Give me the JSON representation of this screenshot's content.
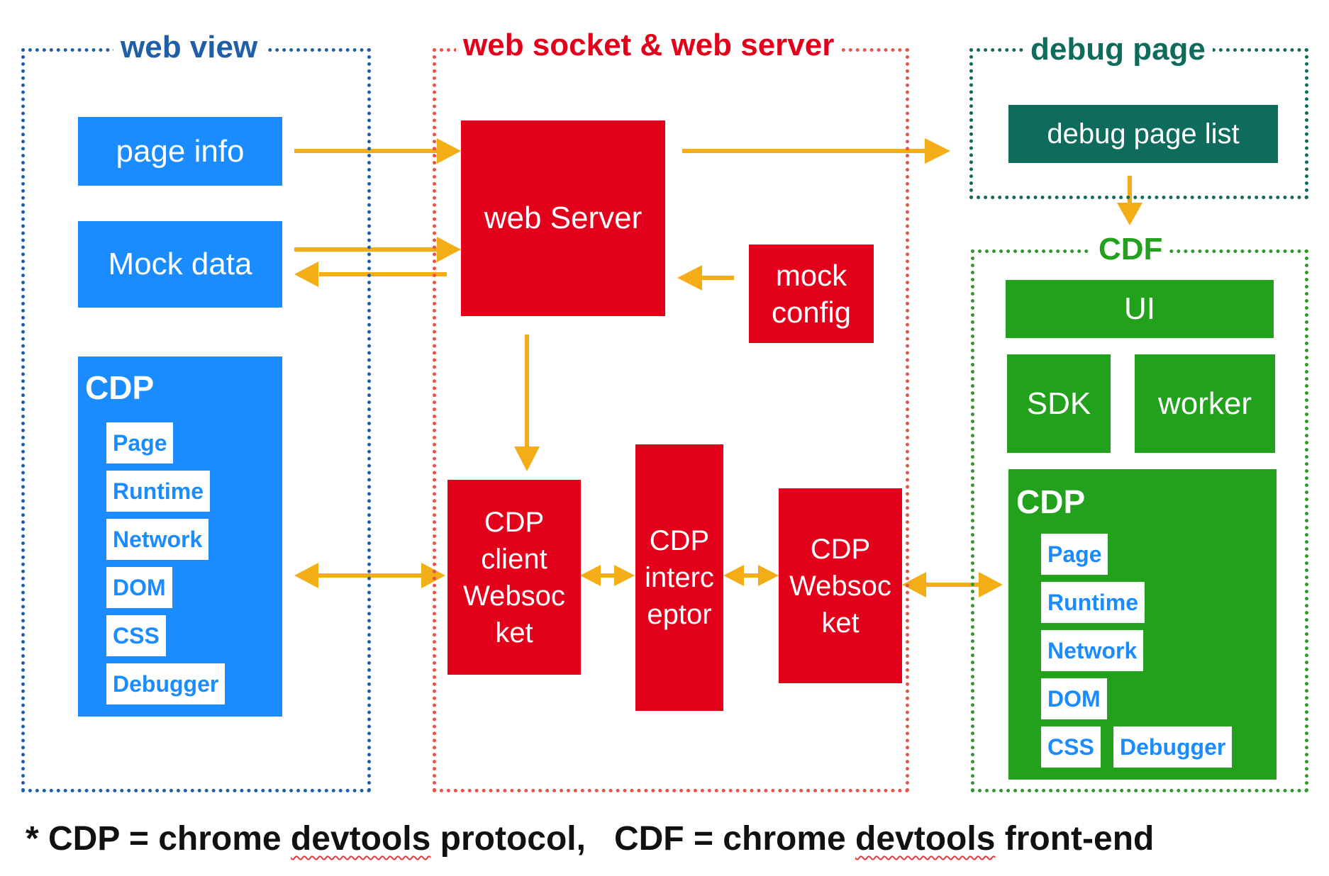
{
  "colors": {
    "blue": "#1a8cff",
    "blue_border": "#1f5fa8",
    "red": "#e3001b",
    "red_border": "#e8544a",
    "teal": "#0f6b5c",
    "green": "#22a11c",
    "green_border": "#2f9a2a",
    "arrow": "#f2ad17"
  },
  "groups": {
    "web_view": "web view",
    "web_socket": "web socket & web server",
    "debug_page": "debug page",
    "cdf": "CDF"
  },
  "web_view": {
    "page_info": "page info",
    "mock_data": "Mock data",
    "cdp_title": "CDP",
    "cdp_domains": [
      "Page",
      "Runtime",
      "Network",
      "DOM",
      "CSS",
      "Debugger"
    ]
  },
  "server": {
    "web_server": "web Server",
    "mock_config": [
      "mock",
      "config"
    ],
    "cdp_client": [
      "CDP",
      "client",
      "Websoc",
      "ket"
    ],
    "cdp_interceptor": [
      "CDP",
      "interc",
      "eptor"
    ],
    "cdp_websocket": [
      "CDP",
      "Websoc",
      "ket"
    ]
  },
  "debug": {
    "debug_page_list": "debug page list"
  },
  "cdf": {
    "ui": "UI",
    "sdk": "SDK",
    "worker": "worker",
    "cdp_title": "CDP",
    "cdp_domains": [
      "Page",
      "Runtime",
      "Network",
      "DOM",
      "CSS",
      "Debugger"
    ]
  },
  "footer": {
    "prefix": "* CDP = chrome ",
    "devtools_1": "devtools",
    "middle": " protocol,   CDF = chrome ",
    "devtools_2": "devtools",
    "suffix": " front-end"
  }
}
